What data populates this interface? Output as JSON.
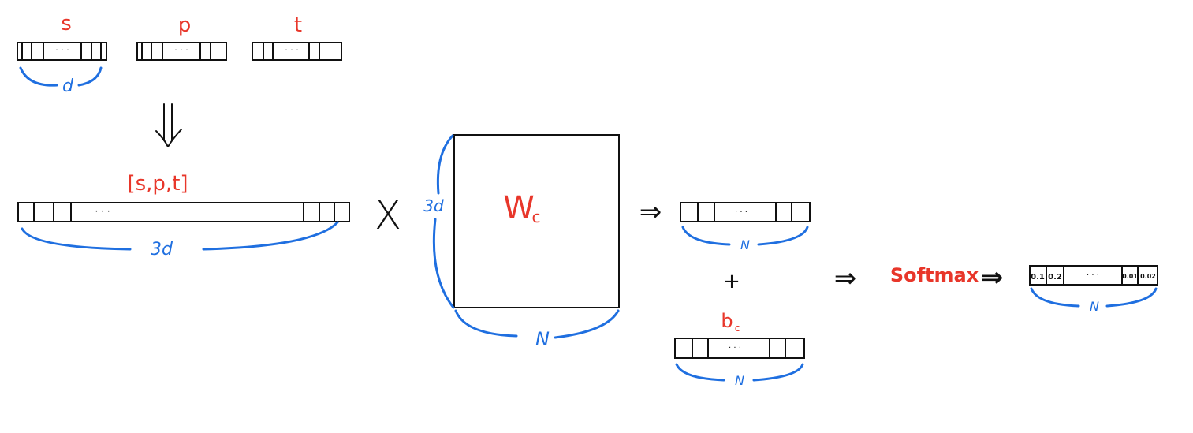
{
  "colors": {
    "red": "#e8362a",
    "blue": "#1f6fe0",
    "ink": "#111111"
  },
  "vectors": {
    "s_label": "s",
    "p_label": "p",
    "t_label": "t",
    "d_label": "d",
    "ellipsis": "· · ·"
  },
  "concat": {
    "label": "[s,p,t]",
    "size_label": "3d",
    "ellipsis": "· · ·"
  },
  "matrix": {
    "label": "W",
    "subscript": "c",
    "height_label": "3d",
    "width_label": "N"
  },
  "operators": {
    "times": "X",
    "plus": "+",
    "implies": "⇒",
    "down_arrow": "⇓"
  },
  "product_vec": {
    "size_label": "N",
    "ellipsis": "· · ·"
  },
  "bias": {
    "label": "b",
    "subscript": "c",
    "size_label": "N",
    "ellipsis": "· · ·"
  },
  "softmax": {
    "label": "Softmax"
  },
  "output": {
    "cells": [
      "0.1",
      "0.2",
      "0.01",
      "0.02"
    ],
    "ellipsis": "· · ·",
    "size_label": "N"
  }
}
